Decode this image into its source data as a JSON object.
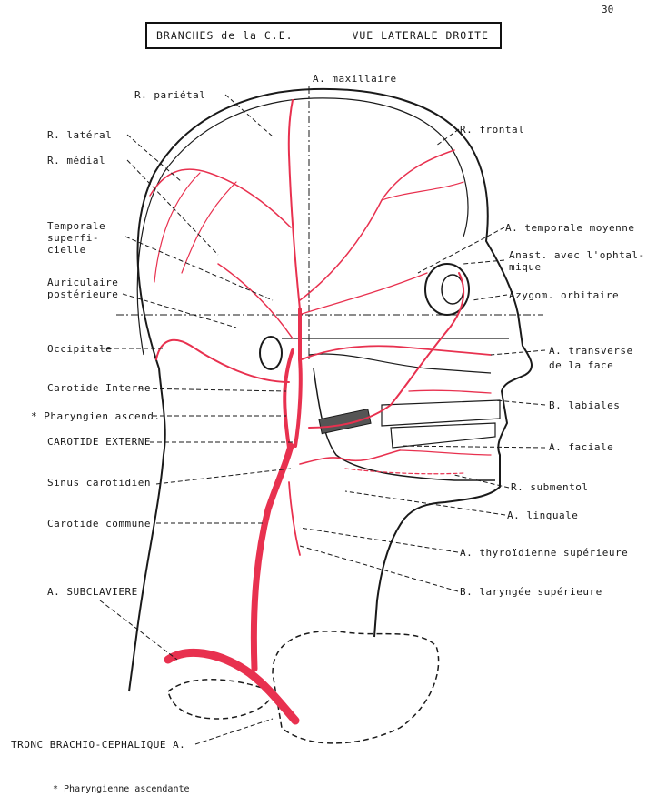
{
  "page_number": "30",
  "title": {
    "left": "BRANCHES  de la C.E.",
    "right": "VUE LATERALE DROITE"
  },
  "labels": {
    "maxillaire": "A. maxillaire",
    "parietal": "R. pariétal",
    "frontal": "R. frontal",
    "lateral": "R. latéral",
    "medial": "R. médial",
    "temporale_sup_1": "Temporale",
    "temporale_sup_2": "superfi-",
    "temporale_sup_3": "cielle",
    "temporale_moyenne": "A. temporale moyenne",
    "anast_1": "Anast. avec l'ophtal-",
    "anast_2": "mique",
    "auric_1": "Auriculaire",
    "auric_2": "postérieure",
    "azygom": "Azygom. orbitaire",
    "occipitale": "Occipitale",
    "transverse_1": "A. transverse",
    "transverse_2": "de la face",
    "carotide_interne": "Carotide Interne",
    "labiales": "B. labiales",
    "pharyngien": "* Pharyngien ascend.",
    "carotide_externe": "CAROTIDE EXTERNE",
    "faciale": "A. faciale",
    "sinus": "Sinus carotidien",
    "submentol": "R. submentol",
    "linguale": "A. linguale",
    "carotide_commune": "Carotide commune",
    "thyroidienne": "A. thyroïdienne supérieure",
    "subclaviere": "A. SUBCLAVIERE",
    "laryngee": "B. laryngée supérieure",
    "tronc": "TRONC BRACHIO-CEPHALIQUE A."
  },
  "footnote": "* Pharyngienne ascendante",
  "colors": {
    "artery": "#e8314f",
    "ink": "#1a1a1a"
  }
}
